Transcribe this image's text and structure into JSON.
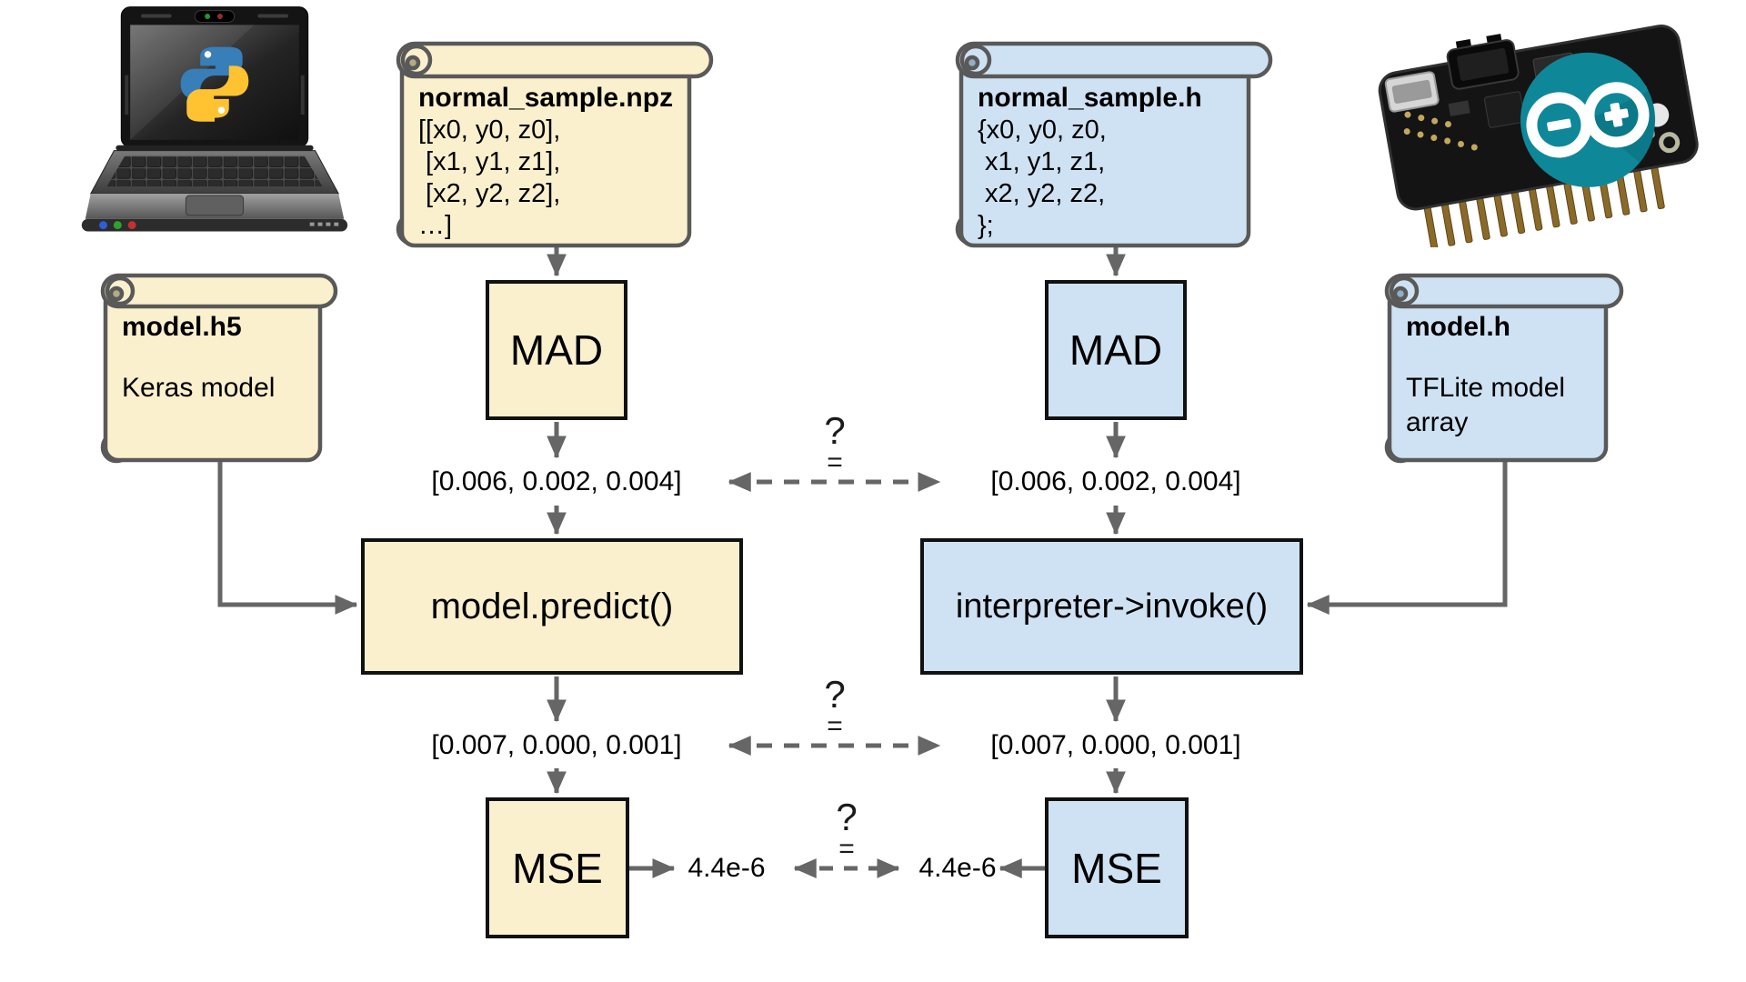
{
  "pipeline": {
    "left": {
      "platform": "python",
      "sample_scroll": {
        "title": "normal_sample.npz",
        "lines": [
          "[[x0, y0, z0],",
          " [x1, y1, z1],",
          " [x2, y2, z2],",
          "…]"
        ]
      },
      "model_scroll": {
        "title": "model.h5",
        "body": "Keras model"
      },
      "mad_label": "MAD",
      "mad_output": "[0.006, 0.002, 0.004]",
      "predict_label": "model.predict()",
      "predict_output": "[0.007, 0.000, 0.001]",
      "mse_label": "MSE",
      "mse_output": "4.4e-6"
    },
    "right": {
      "platform": "arduino",
      "sample_scroll": {
        "title": "normal_sample.h",
        "lines": [
          "{x0, y0, z0,",
          " x1, y1, z1,",
          " x2, y2, z2,",
          "};"
        ]
      },
      "model_scroll": {
        "title": "model.h",
        "body": "TFLite model array"
      },
      "mad_label": "MAD",
      "mad_output": "[0.006, 0.002, 0.004]",
      "invoke_label": "interpreter->invoke()",
      "invoke_output": "[0.007, 0.000, 0.001]",
      "mse_label": "MSE",
      "mse_output": "4.4e-6"
    },
    "comparators": [
      {
        "question": "?",
        "equals": "="
      },
      {
        "question": "?",
        "equals": "="
      },
      {
        "question": "?",
        "equals": "="
      }
    ]
  },
  "icons": {
    "laptop": "python-laptop-illustration",
    "python_logo": "python-logo-icon",
    "board": "arduino-feather-board-illustration",
    "arduino_logo": "arduino-logo-icon"
  },
  "colors": {
    "python_fill": "#FAF0CD",
    "arduino_fill": "#CFE2F3",
    "scroll_border": "#595959",
    "box_border": "#111111",
    "arrow_gray": "#666666",
    "arduino_teal": "#0E8799",
    "python_blue": "#387EB8",
    "python_yellow": "#FFC331"
  }
}
